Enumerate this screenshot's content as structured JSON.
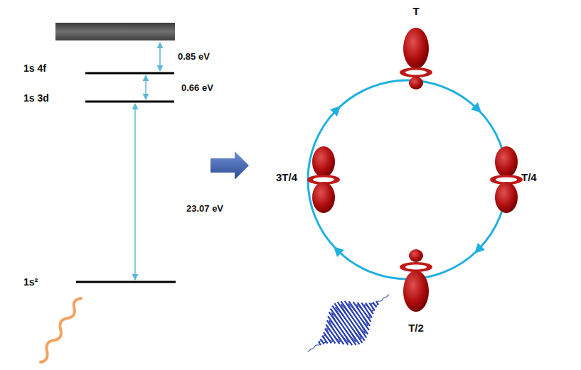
{
  "diagram": {
    "labels": [
      "0.85 eV",
      "1s 4f",
      "0.66 eV",
      "1s 3d",
      "23.07 eV",
      "1s²",
      "T",
      "T/4",
      "3T/4",
      "T/2"
    ]
  }
}
